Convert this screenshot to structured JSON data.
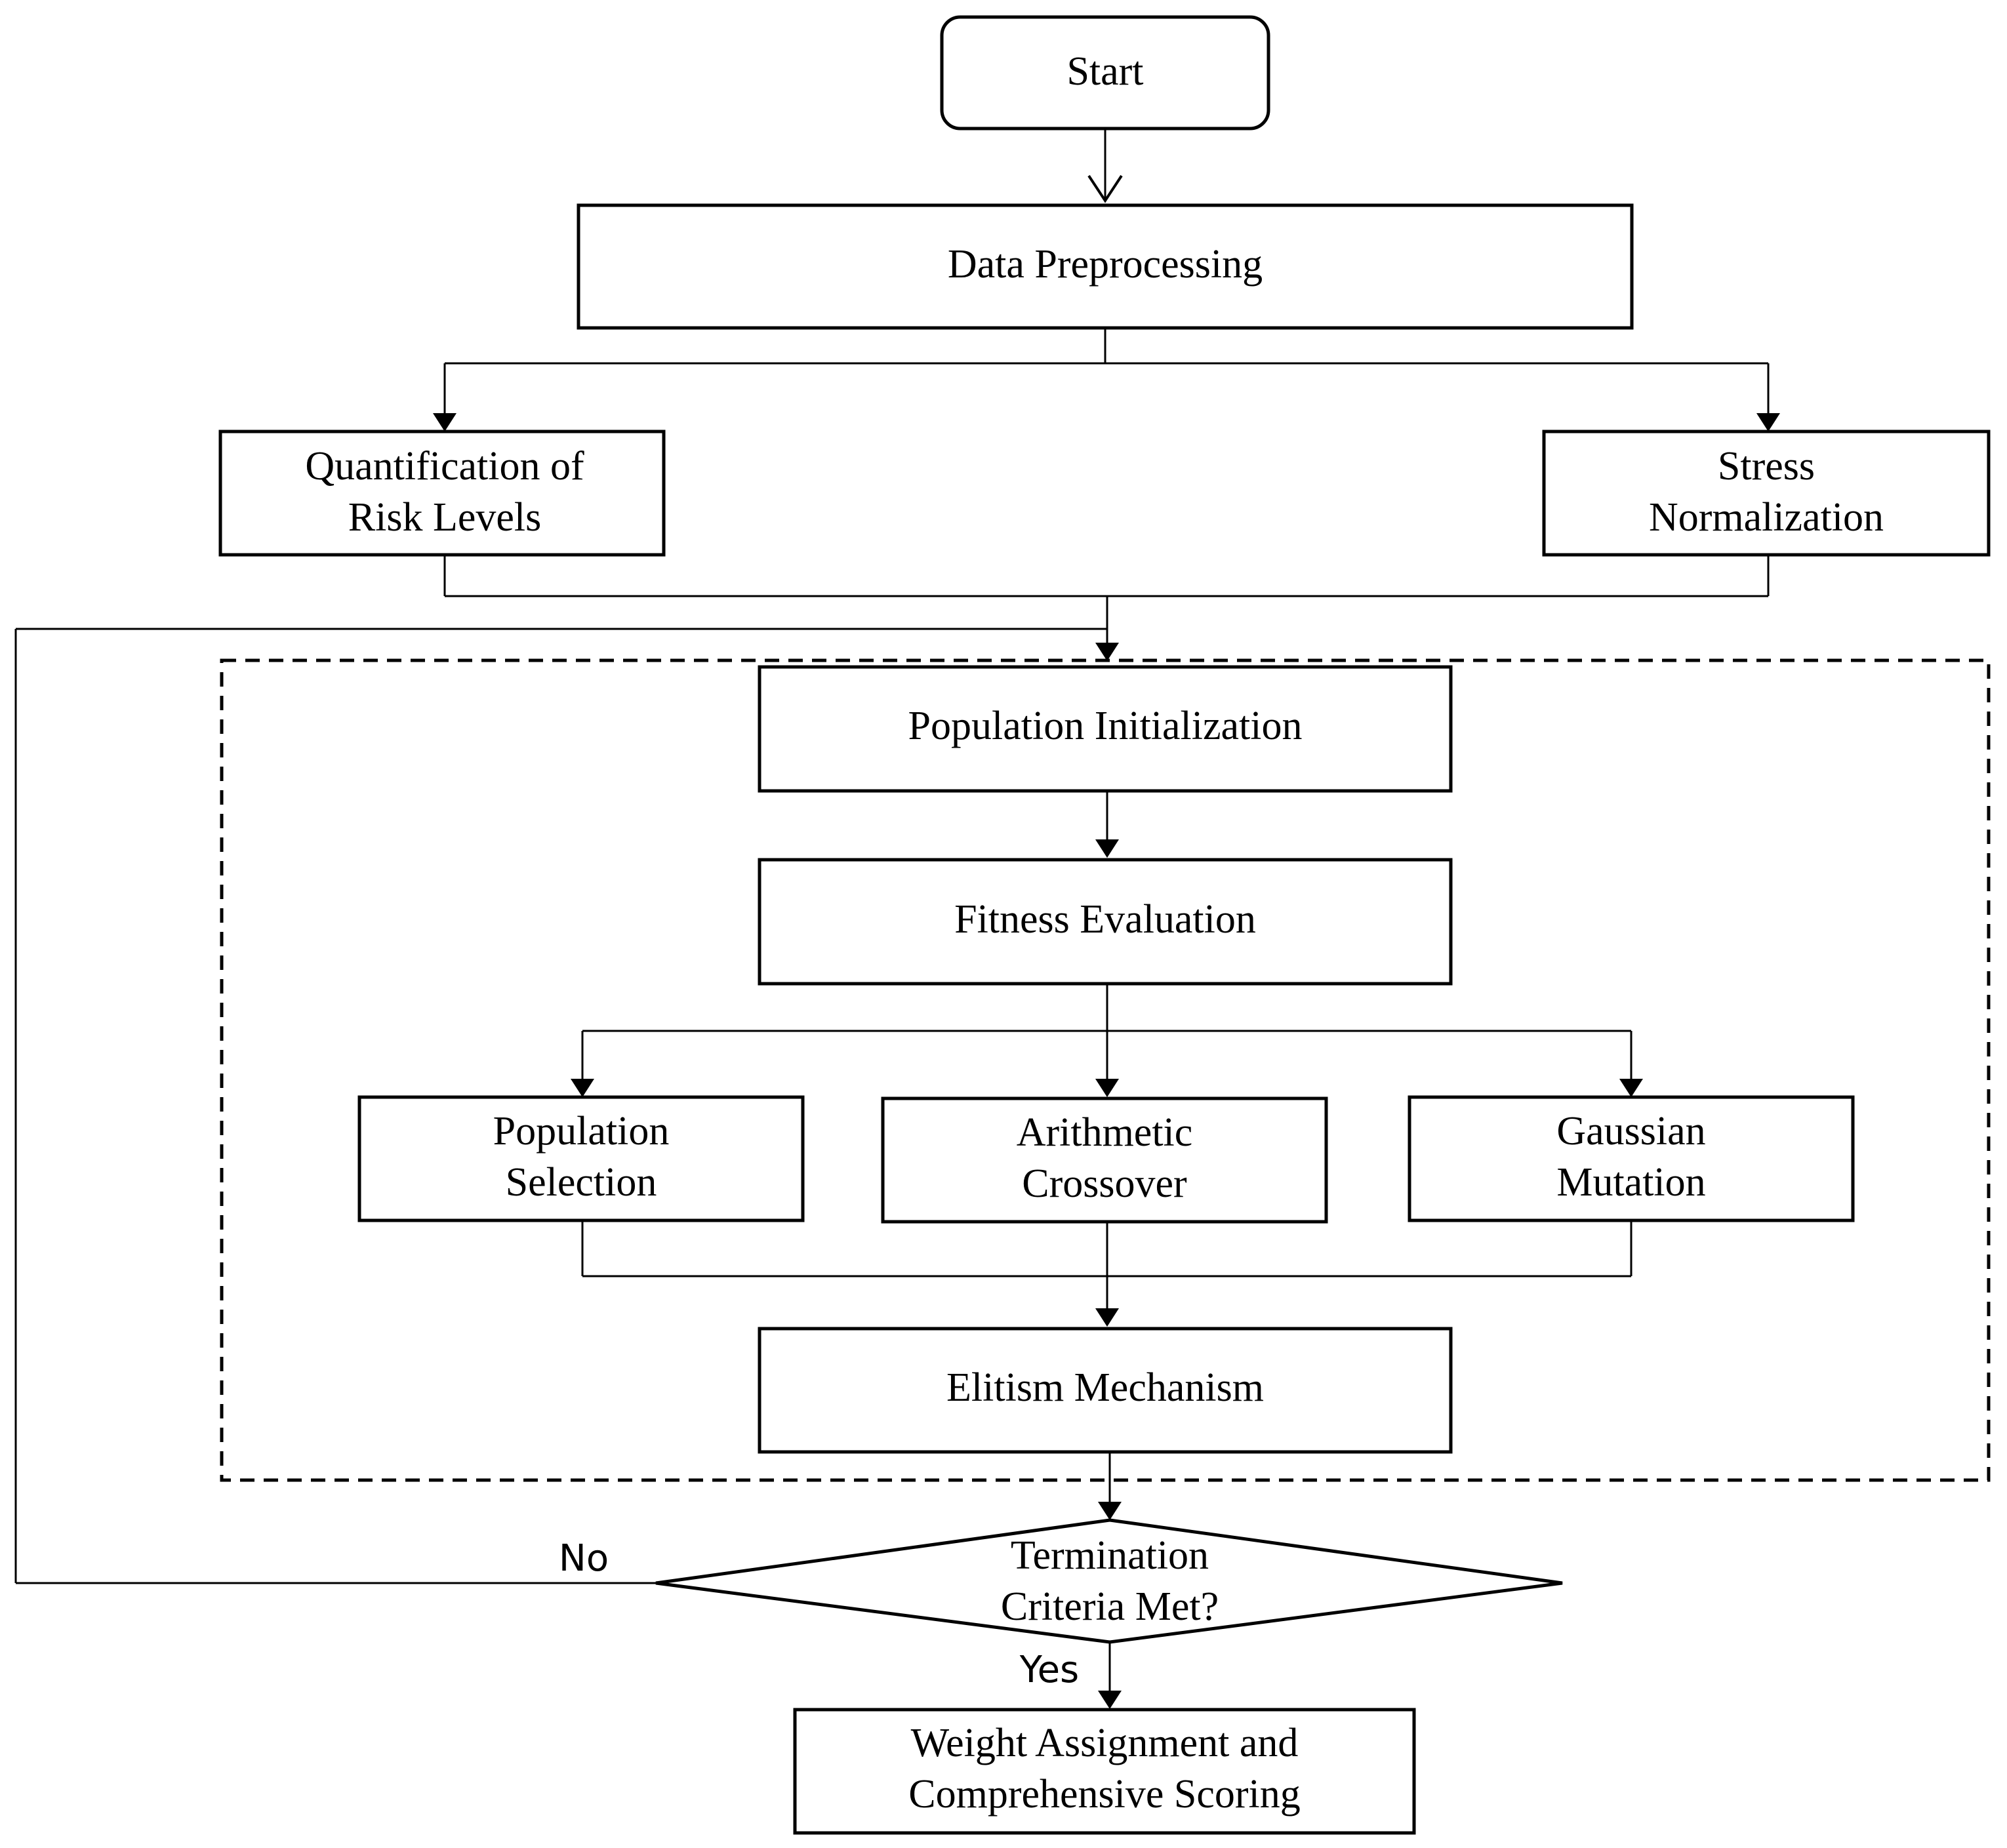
{
  "nodes": {
    "start": "Start",
    "data_preprocessing": "Data Preprocessing",
    "quantification": [
      "Quantification of",
      "Risk Levels"
    ],
    "stress_normalization": [
      "Stress",
      "Normalization"
    ],
    "population_initialization": "Population Initialization",
    "fitness_evaluation": "Fitness Evaluation",
    "population_selection": [
      "Population",
      "Selection"
    ],
    "arithmetic_crossover": [
      "Arithmetic",
      "Crossover"
    ],
    "gaussian_mutation": [
      "Gaussian",
      "Mutation"
    ],
    "elitism_mechanism": "Elitism Mechanism",
    "termination": [
      "Termination",
      "Criteria Met?"
    ],
    "weight_assignment": [
      "Weight Assignment and",
      "Comprehensive Scoring"
    ]
  },
  "edge_labels": {
    "no": "No",
    "yes": "Yes"
  }
}
